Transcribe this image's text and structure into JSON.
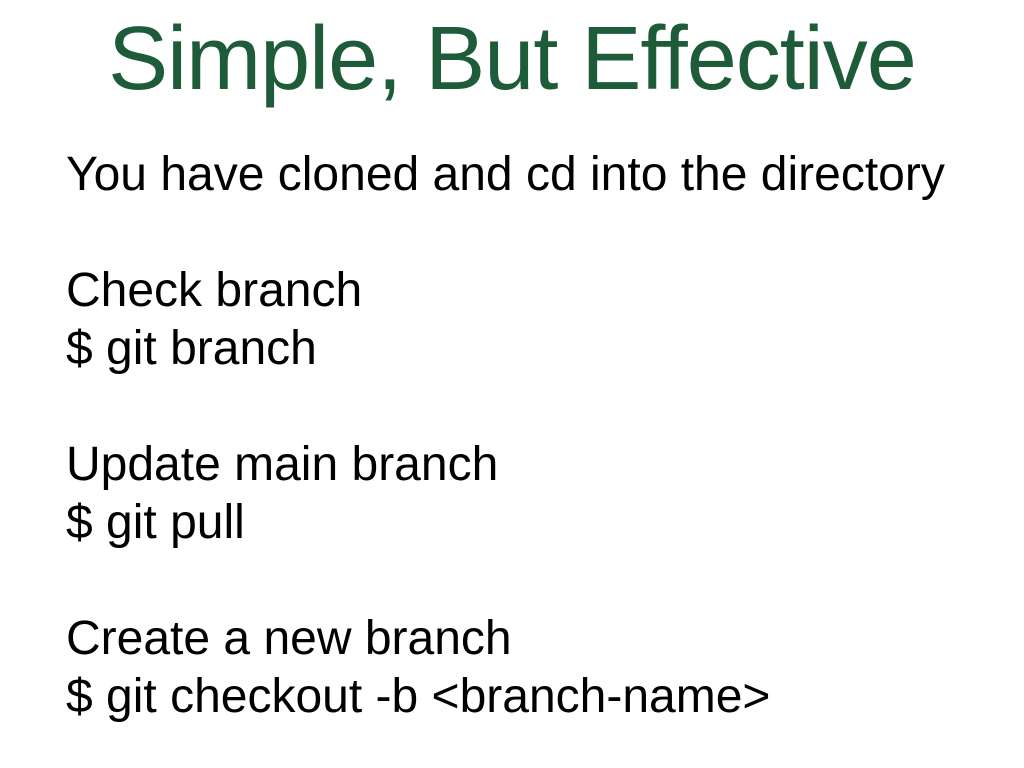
{
  "slide": {
    "title": "Simple, But Effective",
    "title_color": "#1d5b39",
    "body_color": "#000000",
    "background_color": "#ffffff",
    "body_lines": [
      "You have cloned and cd into the directory",
      "",
      "Check branch",
      "$ git branch",
      "",
      "Update main branch",
      "$ git pull",
      "",
      "Create a new branch",
      "$ git checkout -b <branch-name>"
    ]
  }
}
